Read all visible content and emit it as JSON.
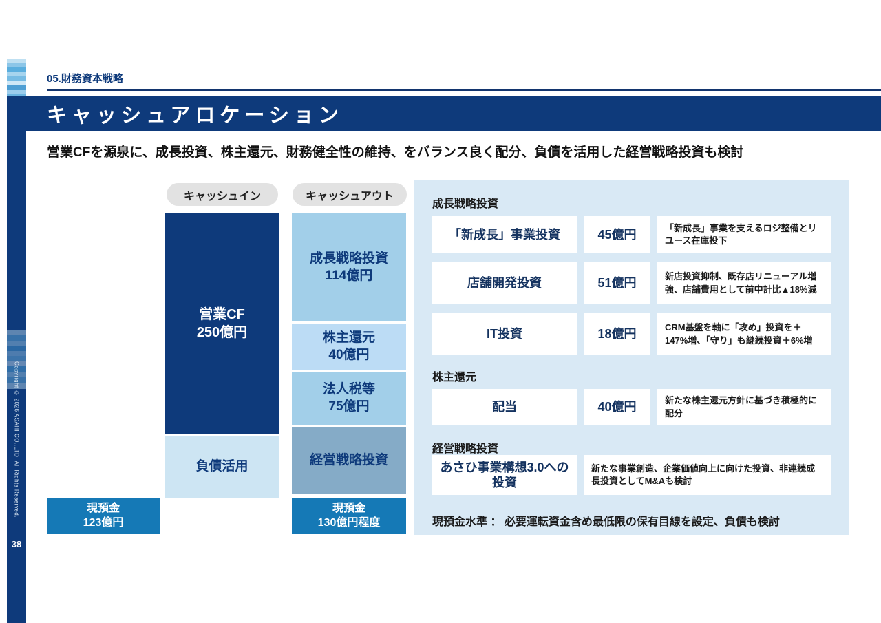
{
  "page": {
    "section_label": "05.財務資本戦略",
    "title": "キャッシュアロケーション",
    "subtitle": "営業CFを源泉に、成長投資、株主還元、財務健全性の維持、をバランス良く配分、負債を活用した経営戦略投資も検討",
    "page_number": "38",
    "copyright_vertical": "Copyright © 2026 ASAHI CO.,LTD. All Rights Reserved."
  },
  "colors": {
    "navy": "#0e3a7b",
    "teal": "#1579b6",
    "panel_bg": "#d9e9f5",
    "light_blue": "#a2cfe9",
    "lighter_blue": "#bcdcf5",
    "pale_blue": "#cde5f3",
    "gray_blue": "#85abc7"
  },
  "flow": {
    "cash_in_label": "キャッシュイン",
    "cash_out_label": "キャッシュアウト",
    "operating_cf": {
      "label": "営業CF",
      "value": "250億円"
    },
    "debt": {
      "label": "負債活用"
    },
    "cash_in_base": {
      "label": "現預金",
      "value": "123億円"
    },
    "growth": {
      "label": "成長戦略投資",
      "value": "114億円"
    },
    "shareholder": {
      "label": "株主還元",
      "value": "40億円"
    },
    "tax": {
      "label": "法人税等",
      "value": "75億円"
    },
    "strategic": {
      "label": "経営戦略投資"
    },
    "cash_out_base": {
      "label": "現預金",
      "value": "130億円程度"
    }
  },
  "detail": {
    "growth_heading": "成長戦略投資",
    "growth_rows": [
      {
        "name": "「新成長」事業投資",
        "amount": "45億円",
        "desc": "「新成長」事業を支えるロジ整備とリユース在庫投下"
      },
      {
        "name": "店舗開発投資",
        "amount": "51億円",
        "desc": "新店投資抑制、既存店リニューアル増強、店舗費用として前中計比▲18%減"
      },
      {
        "name": "IT投資",
        "amount": "18億円",
        "desc": "CRM基盤を軸に「攻め」投資を＋147%増、「守り」も継続投資＋6%増"
      }
    ],
    "shareholder_heading": "株主還元",
    "shareholder_rows": [
      {
        "name": "配当",
        "amount": "40億円",
        "desc": "新たな株主還元方針に基づき積極的に配分"
      }
    ],
    "strategic_heading": "経営戦略投資",
    "strategic_rows": [
      {
        "name": "あさひ事業構想3.0への投資",
        "desc": "新たな事業創造、企業価値向上に向けた投資、非連続成長投資としてM&Aも検討"
      }
    ],
    "footnote": "現預金水準 ： 必要運転資金含め最低限の保有目線を設定、負債も検討"
  }
}
